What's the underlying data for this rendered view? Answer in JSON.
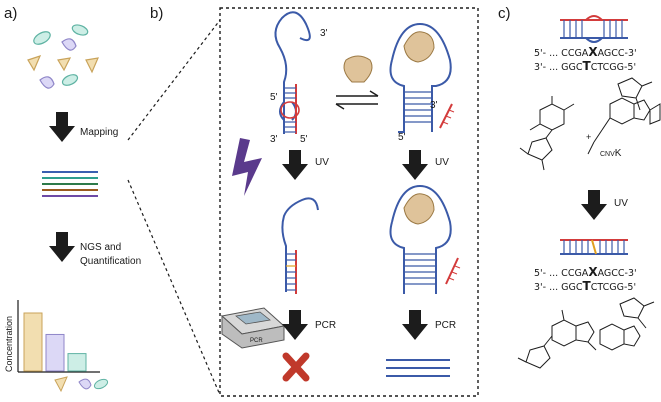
{
  "panels": {
    "a": "a)",
    "b": "b)",
    "c": "c)"
  },
  "panel_a": {
    "step1": "Mapping",
    "step2_line1": "NGS and",
    "step2_line2": "Quantification",
    "ylabel": "Concentration",
    "bars": [
      {
        "value": 1.0,
        "color": "#f2deb0",
        "stroke": "#c9a35a"
      },
      {
        "value": 0.63,
        "color": "#dcd8f6",
        "stroke": "#8f86c8"
      },
      {
        "value": 0.3,
        "color": "#cdeee6",
        "stroke": "#5fb3a3"
      }
    ],
    "seq_line_colors": [
      "#3a5fb0",
      "#2e9e8e",
      "#2d7a4a",
      "#9a5a1e",
      "#6e4aa6"
    ]
  },
  "panel_b": {
    "left_top_3": "3'",
    "left_mid_5": "5'",
    "left_bot_3": "3'",
    "left_bot_5": "5'",
    "right_3": "3'",
    "right_5": "5'",
    "uv_left": "UV",
    "uv_right": "UV",
    "pcr_left": "PCR",
    "pcr_right": "PCR",
    "instrument": "PCR"
  },
  "panel_c": {
    "seq1_top": "5'- ... CCGA",
    "seq1_x": "X",
    "seq1_tail": "AGCC-3'",
    "seq2_head": "3'- ... GGC",
    "seq2_t": "T",
    "seq2_tail": "CTCGG-5'",
    "cnvk_prefix": "CNV",
    "cnvk_k": "K",
    "uv": "UV",
    "seq3_top": "5'- ... CCGA",
    "seq3_x": "X",
    "seq3_tail": "AGCC-3'",
    "seq4_head": "3'- ... GGC",
    "seq4_t": "T",
    "seq4_tail": "CTCGG-5'"
  },
  "colors": {
    "arrow": "#1c1c1c",
    "strand": "#3b5aa8",
    "red": "#d33b3b",
    "target": "#dfc39a",
    "bolt": "#5a3a8c",
    "cross": "#c0392b"
  }
}
